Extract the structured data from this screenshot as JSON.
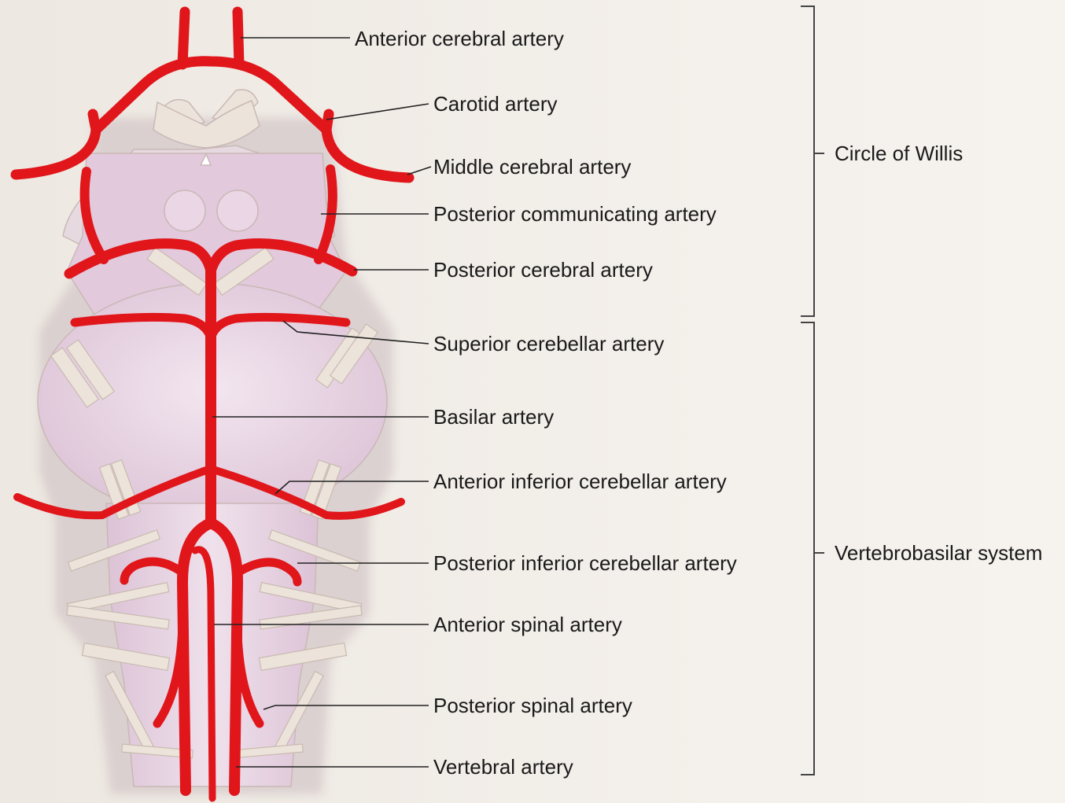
{
  "labels": {
    "anterior_cerebral": "Anterior cerebral artery",
    "carotid": "Carotid artery",
    "middle_cerebral": "Middle cerebral artery",
    "posterior_communicating": "Posterior communicating artery",
    "posterior_cerebral": "Posterior cerebral artery",
    "superior_cerebellar": "Superior cerebellar artery",
    "basilar": "Basilar artery",
    "anterior_inferior_cerebellar": "Anterior inferior cerebellar artery",
    "posterior_inferior_cerebellar": "Posterior inferior cerebellar artery",
    "anterior_spinal": "Anterior spinal artery",
    "posterior_spinal": "Posterior spinal artery",
    "vertebral": "Vertebral artery"
  },
  "groups": {
    "circle_of_willis": "Circle of Willis",
    "vertebrobasilar": "Vertebrobasilar system"
  },
  "colors": {
    "artery": "#e0161b",
    "brain_tissue": "#e8d4e4",
    "nerve": "#ece3da",
    "background": "#efeae4"
  }
}
